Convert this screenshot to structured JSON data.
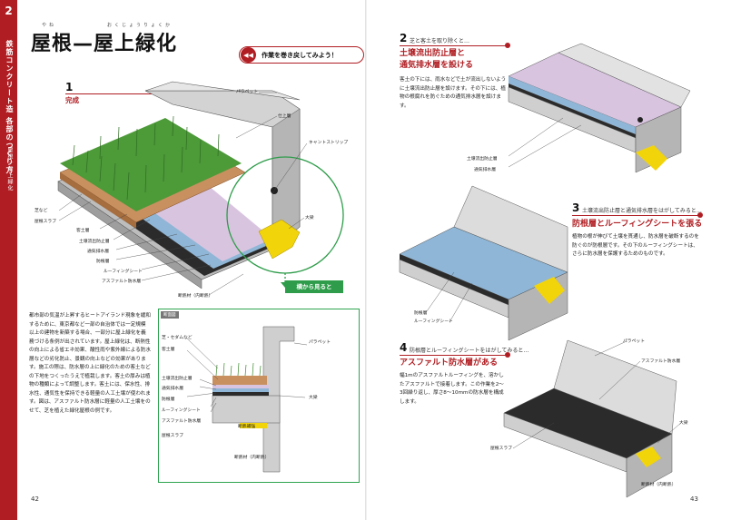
{
  "side": {
    "number": "2",
    "chapter": "鉄筋コンクリート造 各部のつくり方",
    "section": "屋根｜屋上緑化"
  },
  "title": {
    "main": "屋根—屋上緑化",
    "ruby_yane": "やね",
    "ruby_okujo": "おくじょうりょくか"
  },
  "rewind_label": "作業を巻き戻してみよう！",
  "step1": {
    "num": "1",
    "head": "完成"
  },
  "fig1_labels": {
    "parapet": "パラペット",
    "finish": "仕上層",
    "cant_strip": "キャントストリップ",
    "turf": "芝など",
    "roof_slab": "屋根スラブ",
    "soil": "客土層",
    "soil_runoff": "土壌流出防止層",
    "drain": "通気排水層",
    "root": "防根層",
    "roofing_sheet": "ルーフィングシート",
    "asphalt": "アスファルト防水層",
    "insulation": "断熱材（内断熱）",
    "beam": "大梁"
  },
  "side_view_tag": "横から見ると",
  "section_box": {
    "tag": "断面図",
    "labels": {
      "turf": "芝・セダムなど",
      "soil": "客土層",
      "parapet": "パラペット",
      "soil_runoff": "土壌流出防止層",
      "drain": "通気排水層",
      "root": "防根層",
      "roofing_sheet": "ルーフィングシート",
      "asphalt": "アスファルト防水層",
      "insulation_sub": "断熱補強",
      "roof_slab": "屋根スラブ",
      "insulation": "断熱材（内断熱）",
      "beam": "大梁"
    }
  },
  "left_body": "都市部の気温が上昇するヒートアイランド現象を緩和するために、東京都など一部の自治体では一定規模以上の建物を新築する場合、一部分に屋上緑化を義務づける条例が出されています。屋上緑化は、断熱性の向上による省エネ効果、酸性雨や紫外線による防水層などの劣化防止、景観の向上などの効果があります。施工の際は、防水層の上に緑化のための客土などの下地をつくったうえで植栽します。客土の厚みは植物の種類によって調整します。客土には、保水性、排水性、通気性を保持できる軽量の人工土壌が使われます。図は、アスファルト防水層に軽量の人工土壌をのせて、芝を植えた緑化屋根の例です。",
  "step2": {
    "num": "2",
    "lead": "芝と客土を取り除くと…",
    "head1": "土壌流出防止層と",
    "head2": "通気排水層を設ける",
    "body": "客土の下には、雨水などで土が流出しないように土壌流出防止層を設けます。その下には、植物の根腐れを防ぐための通気排水層を設けます。",
    "labels": {
      "soil_runoff": "土壌流出防止層",
      "drain": "通気排水層"
    }
  },
  "step3": {
    "num": "3",
    "lead": "土壌流出防止層と通気排水層をはがしてみると…",
    "head": "防根層とルーフィングシートを張る",
    "body": "植物の根が伸びて土壌を貫通し、防水層を破断するのを防ぐのが防根層です。その下のルーフィングシートは、さらに防水層を保護するためのものです。",
    "labels": {
      "root": "防根層",
      "roofing_sheet": "ルーフィングシート"
    }
  },
  "step4": {
    "num": "4",
    "lead": "防根層とルーフィングシートをはがしてみると…",
    "head": "アスファルト防水層がある",
    "body": "幅1mのアスファルトルーフィングを、溶かしたアスファルトで接着します。この作業を2～3回繰り返し、厚さ8～10mmの防水層を構成します。",
    "labels": {
      "parapet": "パラペット",
      "asphalt": "アスファルト防水層",
      "beam": "大梁",
      "roof_slab": "屋根スラブ",
      "insulation": "断熱材（内断熱）"
    }
  },
  "page_left": "42",
  "page_right": "43",
  "colors": {
    "accent": "#b01e23",
    "green": "#2e9c4a",
    "concrete": "#c9c9c9",
    "asphalt": "#2b2b2b",
    "root_layer": "#8fb6d6",
    "drain_layer": "#d9c4e0",
    "soil": "#c9905f",
    "grass": "#3c8a2e",
    "beam_yellow": "#f2d40a"
  }
}
